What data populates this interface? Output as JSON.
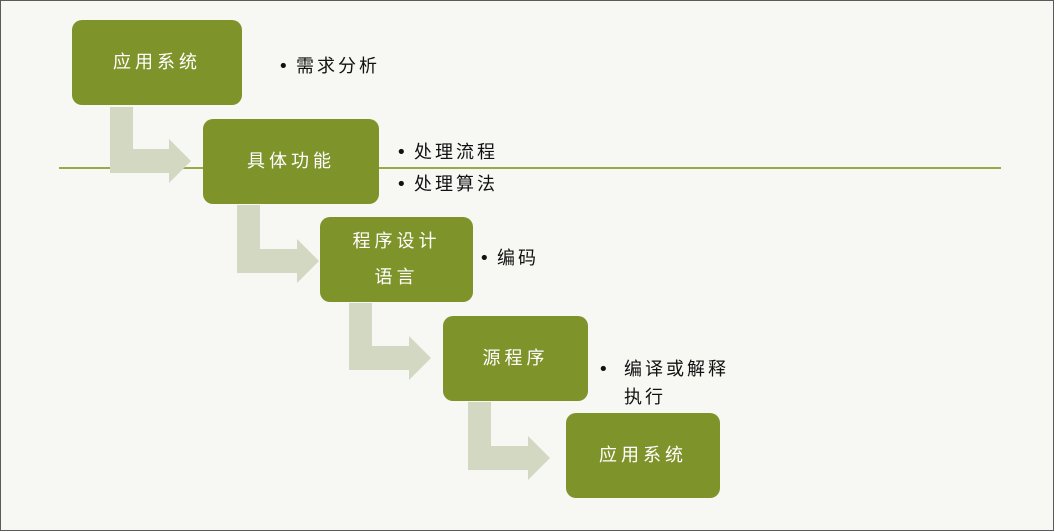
{
  "boxes": [
    {
      "label": "应用系统"
    },
    {
      "label": "具体功能"
    },
    {
      "label_line1": "程序设计",
      "label_line2": "语言"
    },
    {
      "label": "源程序"
    },
    {
      "label": "应用系统"
    }
  ],
  "notes": [
    {
      "text": "需求分析"
    },
    {
      "text": "处理流程"
    },
    {
      "text": "处理算法"
    },
    {
      "text": "编码"
    },
    {
      "text_line1": "编译或解释",
      "text_line2": "执行"
    }
  ],
  "bullet_symbol": "•",
  "colors": {
    "box_fill": "#7f932b",
    "arrow_fill": "#d3d8c2",
    "rule": "#9aa84a",
    "background": "#f7f7f3"
  }
}
